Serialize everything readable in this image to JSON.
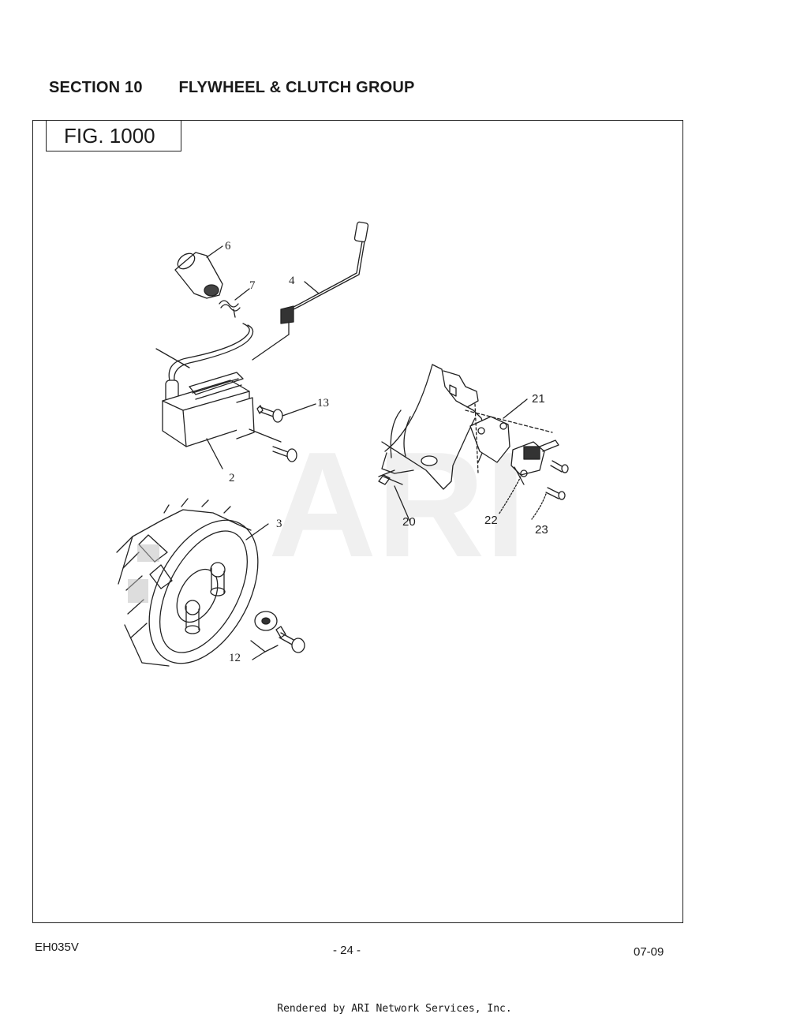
{
  "header": {
    "section": "SECTION 10",
    "title": "FLYWHEEL & CLUTCH GROUP"
  },
  "figure": {
    "label": "FIG. 1000",
    "watermark": "ARI",
    "callouts": [
      "6",
      "4",
      "7",
      "13",
      "2",
      "21",
      "20",
      "22",
      "23",
      "3",
      "12"
    ]
  },
  "footer": {
    "model": "EH035V",
    "page": "- 24 -",
    "date": "07-09"
  },
  "credit": "Rendered by ARI Network Services, Inc."
}
